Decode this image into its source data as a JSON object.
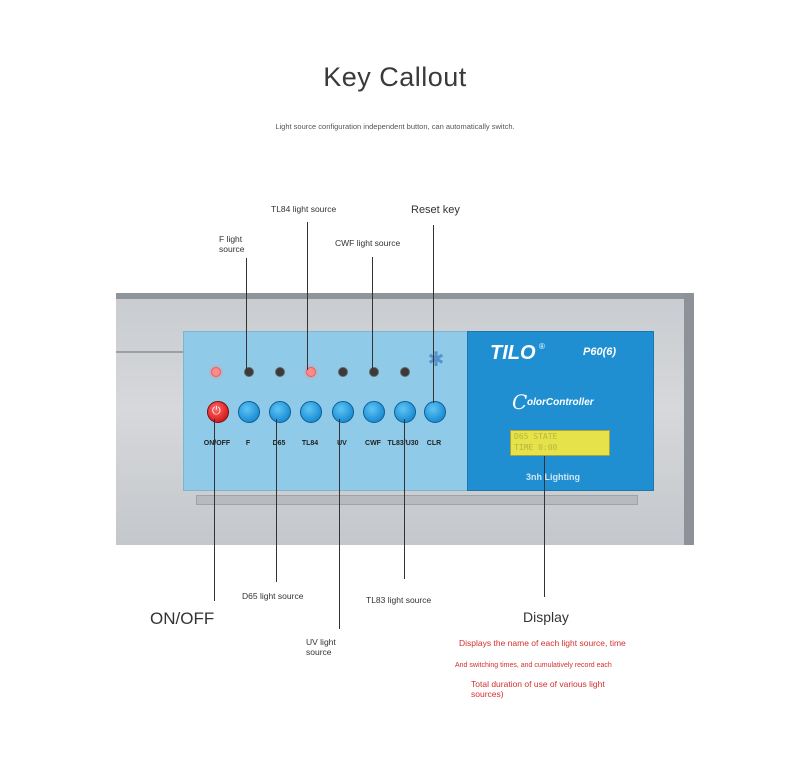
{
  "title": "Key Callout",
  "subtitle": "Light source configuration independent button, can automatically switch.",
  "callouts": {
    "f_light": [
      "F light",
      "source"
    ],
    "tl84_light": "TL84 light source",
    "cwf_light": "CWF light source",
    "reset_key": "Reset key",
    "d65_light": "D65 light source",
    "uv_light": [
      "UV light",
      "source"
    ],
    "tl83_light": "TL83 light source",
    "on_off": "ON/OFF",
    "display": "Display"
  },
  "display_desc": [
    "Displays the name of each light source, time",
    "And switching times, and cumulatively record each",
    "Total duration of use of various light",
    "sources)"
  ],
  "device": {
    "brand": "TILO",
    "registered": "®",
    "model": "P60(6)",
    "controller_initial": "C",
    "controller_rest": "olorController",
    "company": "3nh Lighting",
    "lcd_line1": "D65    STATE",
    "lcd_line2": "TIME     0:00",
    "buttons": [
      "ON/OFF",
      "F",
      "D65",
      "TL84",
      "UV",
      "CWF",
      "TL83/U30",
      "CLR"
    ]
  },
  "colors": {
    "accent_red": "#d2302f",
    "panel_blue": "#1f8fd2",
    "panel_light_blue": "#8fcbe9",
    "lcd_yellow": "#e6e34a"
  }
}
